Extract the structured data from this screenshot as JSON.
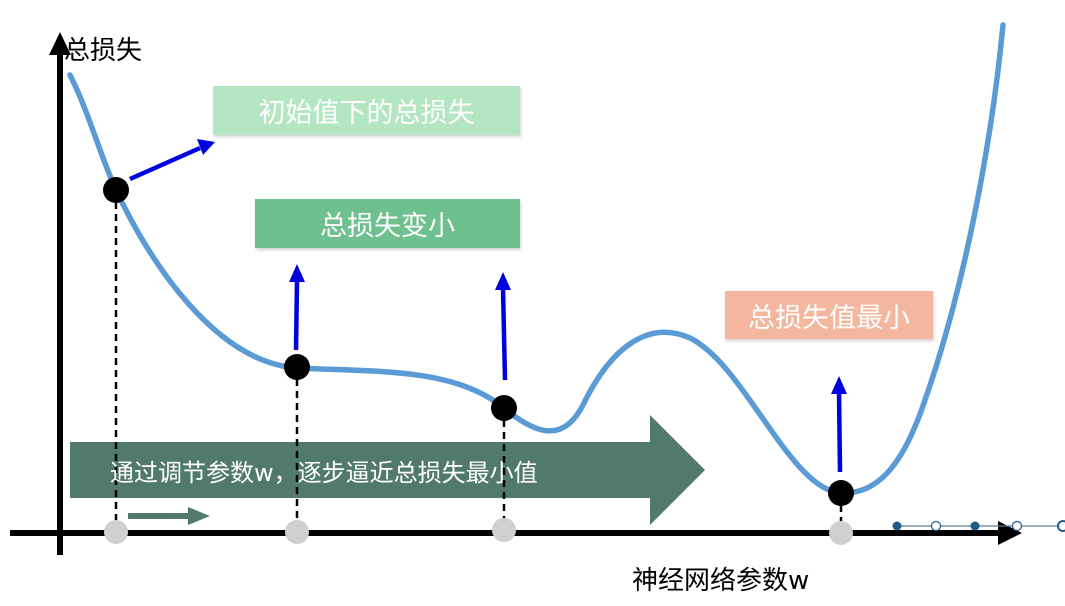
{
  "axes": {
    "y_label": "总损失",
    "x_label": "神经网络参数w"
  },
  "callouts": {
    "initial_loss": "初始值下的总损失",
    "loss_decreases": "总损失变小",
    "min_loss": "总损失值最小"
  },
  "banner": {
    "text": "通过调节参数w，逐步逼近总损失最小值"
  },
  "colors": {
    "curve": "#5b9bd5",
    "initial_loss_box": "#b5e6c4",
    "loss_decreases_box": "#6fc08f",
    "min_loss_box": "#f3b79f",
    "banner": "#527a6a",
    "arrows": "#0000e0",
    "axis": "#000000",
    "point": "#000000",
    "tick_marker": "#d0d0d0"
  }
}
